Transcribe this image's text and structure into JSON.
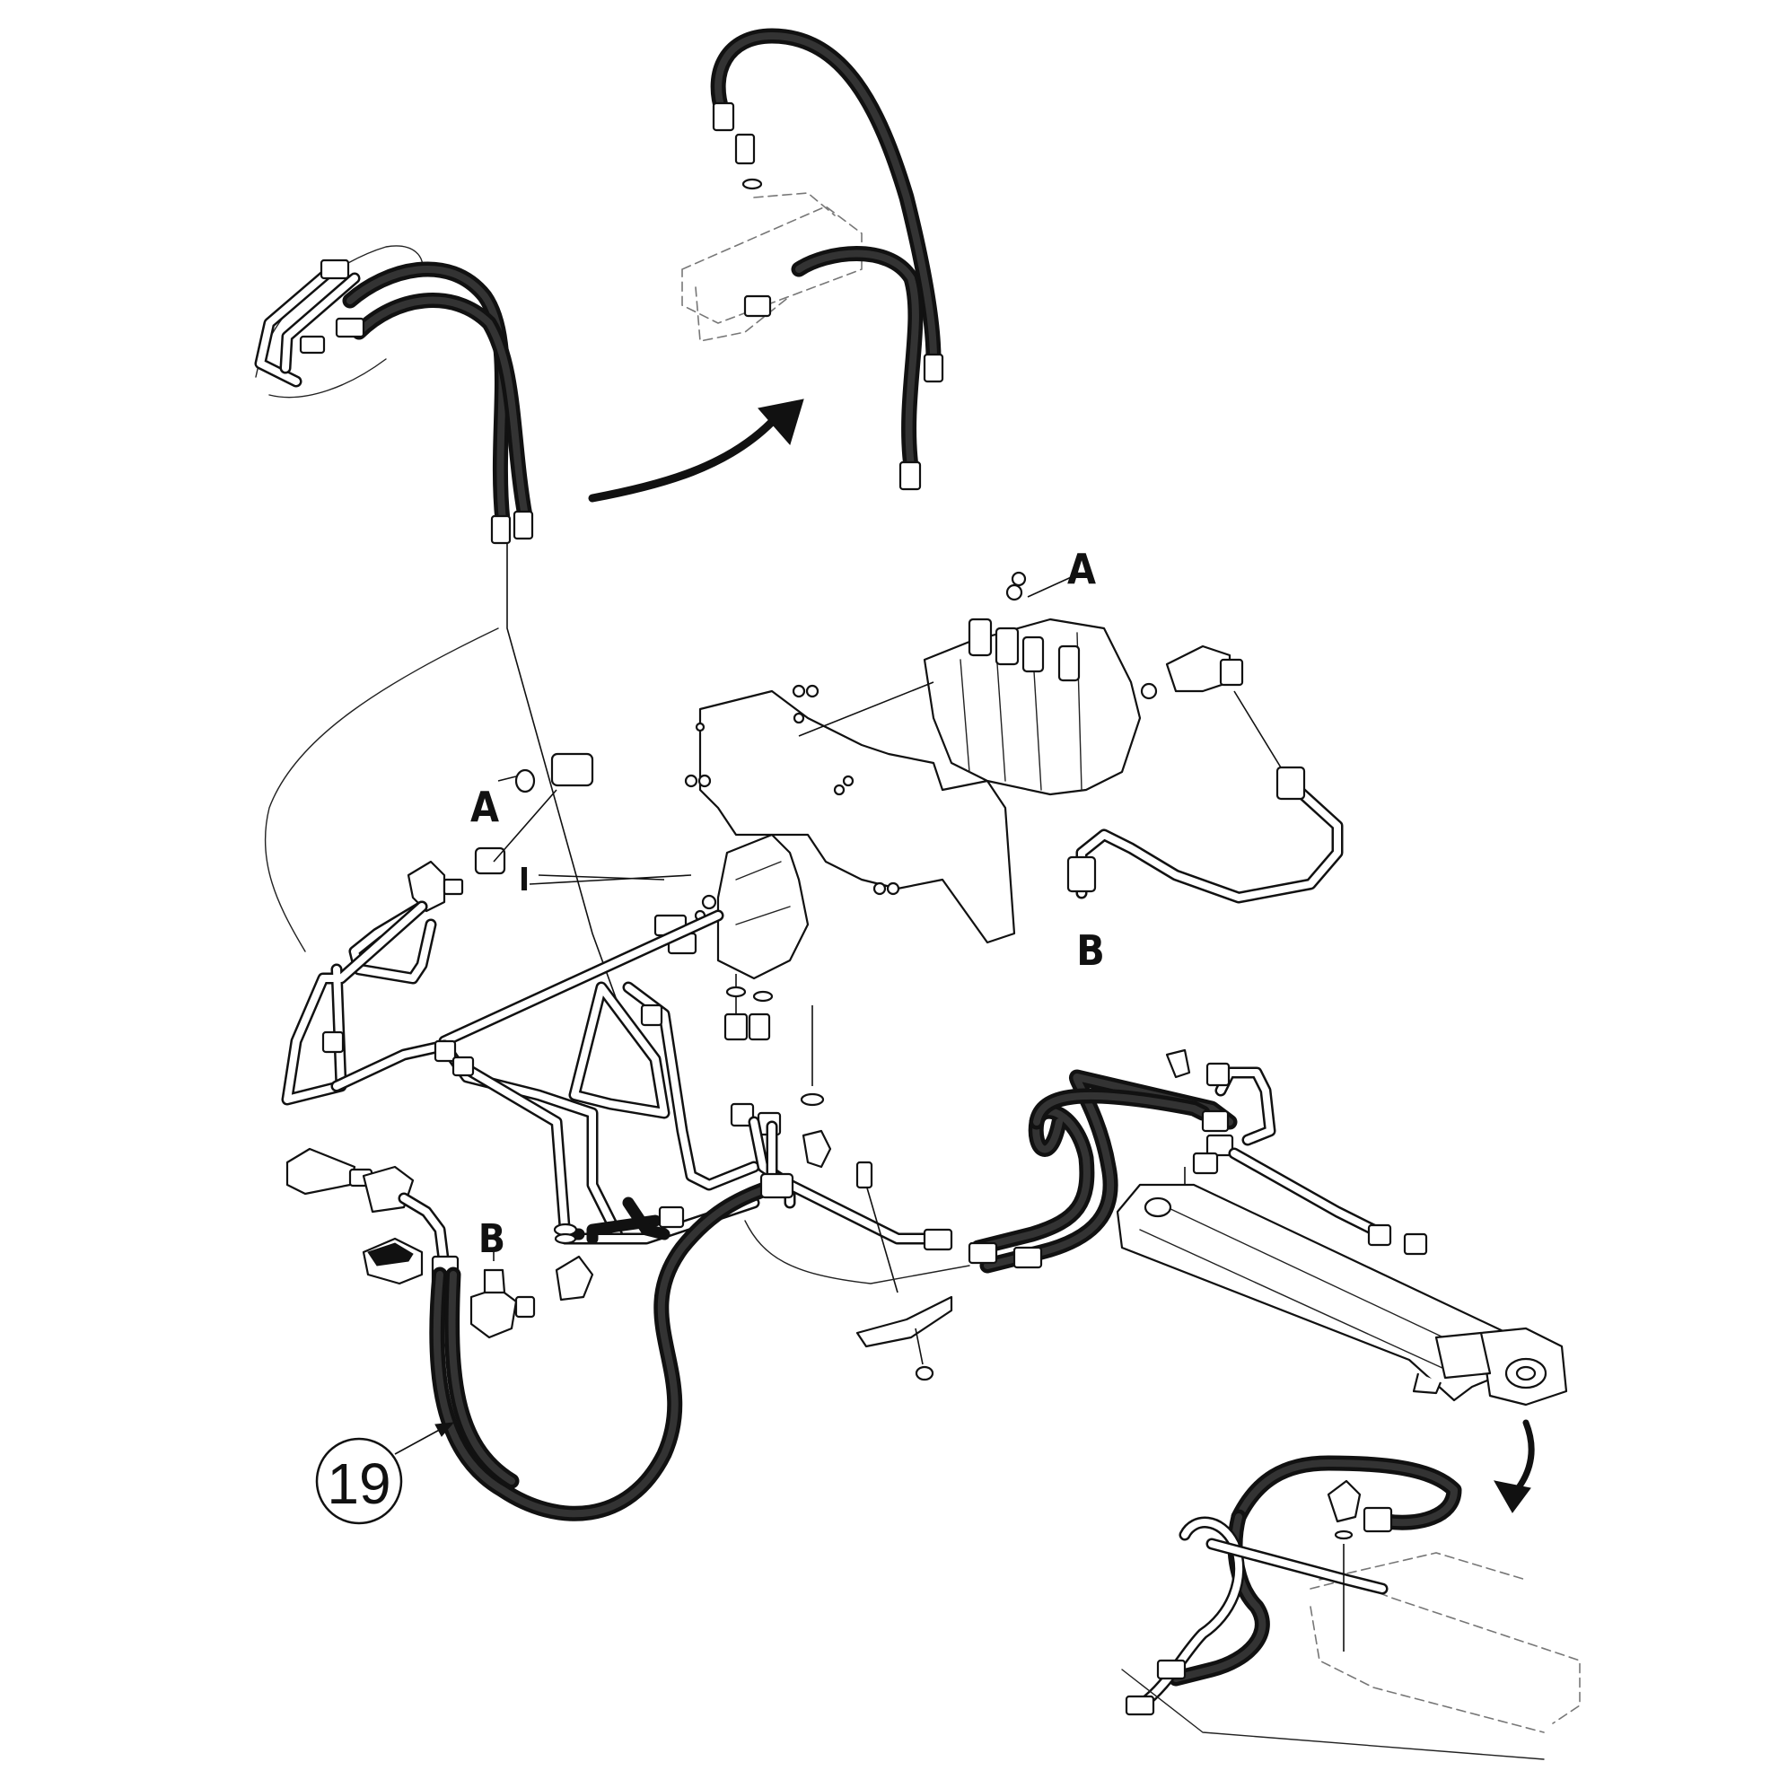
{
  "labels": {
    "a_top": "A",
    "a_left": "A",
    "b_right": "B",
    "b_left": "B",
    "i_mark": "I"
  },
  "callout": {
    "number": "19"
  },
  "colors": {
    "ink": "#111111",
    "background": "#ffffff"
  }
}
